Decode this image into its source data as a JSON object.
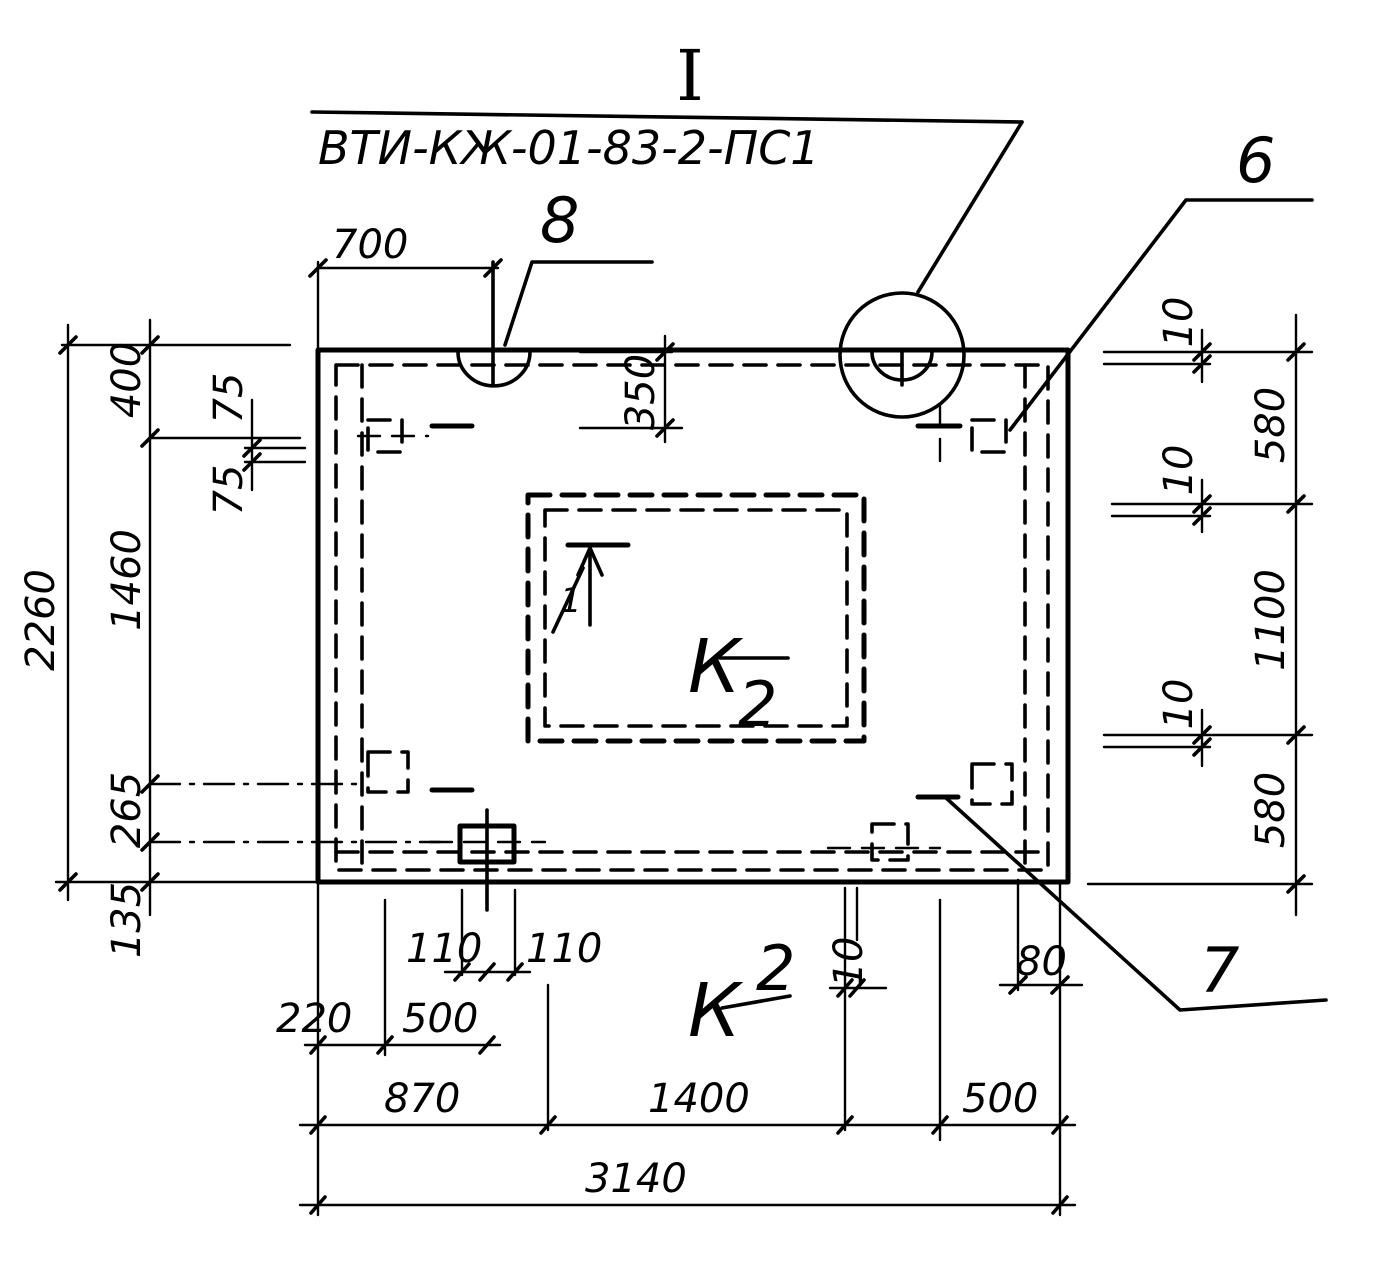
{
  "view_label": "I",
  "sheet_reference": "ВТИ-КЖ-01-83-2-ПС1",
  "callouts": {
    "c6": "6",
    "c7": "7",
    "c8": "8"
  },
  "section_marks": {
    "inner": {
      "letter": "К",
      "number": "2"
    },
    "outer": {
      "letter": "К",
      "number": "2"
    },
    "arrow": "1"
  },
  "dimensions": {
    "top_700": "700",
    "left_2260": "2260",
    "left_400": "400",
    "left_1460": "1460",
    "left_265": "265",
    "left_135": "135",
    "left_75a": "75",
    "left_75b": "75",
    "left_350": "350",
    "right_10a": "10",
    "right_10b": "10",
    "right_10c": "10",
    "right_580a": "580",
    "right_1100": "1100",
    "right_580b": "580",
    "bottom_110a": "110",
    "bottom_110b": "110",
    "bottom_10": "10",
    "bottom_80": "80",
    "bottom_220": "220",
    "bottom_500a": "500",
    "bottom_870": "870",
    "bottom_1400": "1400",
    "bottom_500b": "500",
    "bottom_3140": "3140"
  }
}
